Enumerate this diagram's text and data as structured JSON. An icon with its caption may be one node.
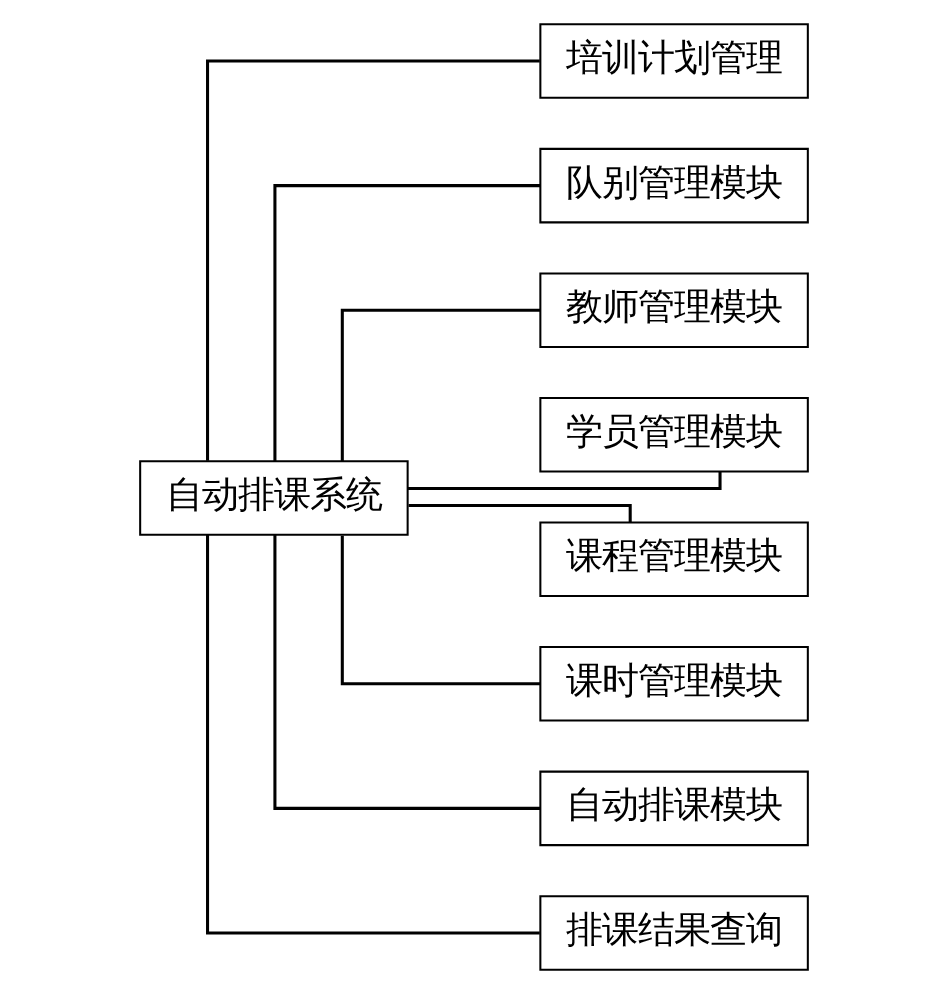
{
  "diagram": {
    "nodes": [
      {
        "text": [
          "自动排课系统"
        ]
      },
      {
        "text": [
          "培训计划管理"
        ]
      },
      {
        "text": [
          "队别管理模块"
        ]
      },
      {
        "text": [
          "教师管理模块"
        ]
      },
      {
        "text": [
          "学员管理模块"
        ]
      },
      {
        "text": [
          "课程管理模块"
        ]
      },
      {
        "text": [
          "课时管理模块"
        ]
      },
      {
        "text": [
          "自动排课模块"
        ]
      },
      {
        "text": [
          "排课结果查询"
        ]
      }
    ],
    "edges": [
      {
        "from": 0,
        "to": 1,
        "arrow": "none"
      },
      {
        "from": 0,
        "to": 2,
        "arrow": "none"
      },
      {
        "from": 0,
        "to": 3,
        "arrow": "none"
      },
      {
        "from": 0,
        "to": 4,
        "arrow": "none"
      },
      {
        "from": 0,
        "to": 5,
        "arrow": "none"
      },
      {
        "from": 0,
        "to": 6,
        "arrow": "none"
      },
      {
        "from": 0,
        "to": 7,
        "arrow": "none"
      },
      {
        "from": 0,
        "to": 8,
        "arrow": "none"
      }
    ]
  }
}
